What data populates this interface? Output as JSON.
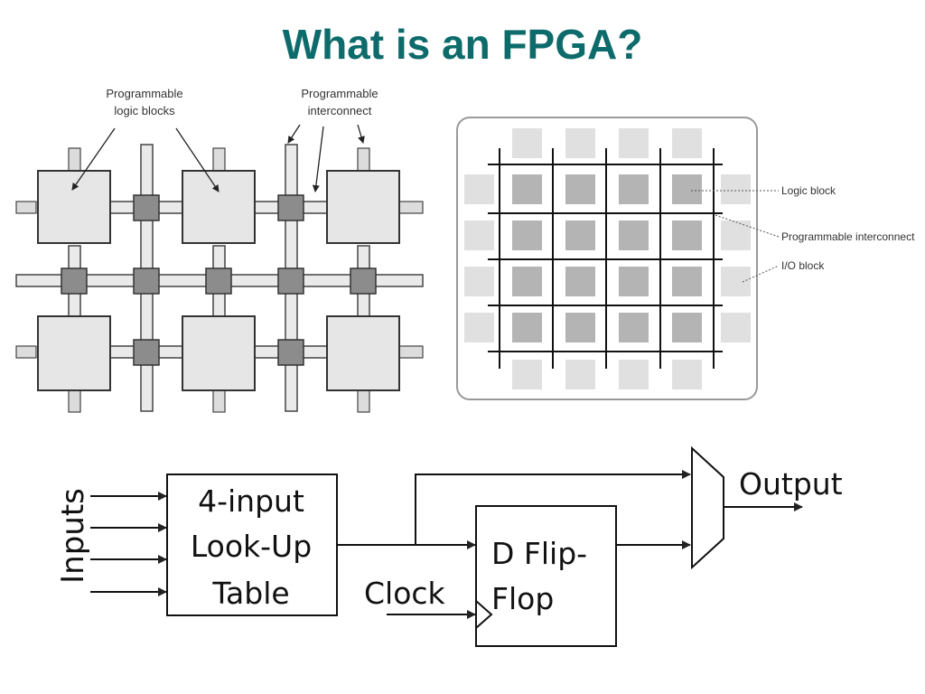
{
  "slide": {
    "title": "What is an FPGA?"
  },
  "grid_diagram": {
    "label_blocks_line1": "Programmable",
    "label_blocks_line2": "logic blocks",
    "label_interconnect_line1": "Programmable",
    "label_interconnect_line2": "interconnect"
  },
  "chip_diagram": {
    "logic_block": "Logic block",
    "programmable_interconnect": "Programmable interconnect",
    "io_block": "I/O block"
  },
  "logic_element": {
    "inputs": "Inputs",
    "lut_line1": "4-input",
    "lut_line2": "Look-Up",
    "lut_line3": "Table",
    "clock": "Clock",
    "dff_line1": "D Flip-",
    "dff_line2": "Flop",
    "output": "Output"
  },
  "colors": {
    "title": "#0e6b6b",
    "block_fill": "#e6e6e6",
    "switch_fill": "#8c8c8c",
    "chip_logic_fill": "#b4b4b4",
    "chip_io_fill": "#e0e0e0"
  }
}
